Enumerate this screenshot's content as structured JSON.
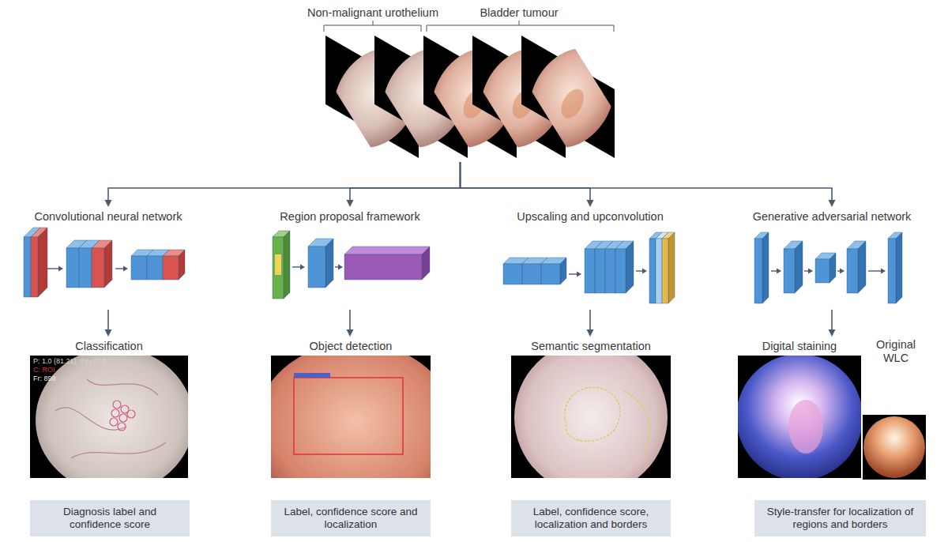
{
  "diagram": {
    "nodes": [
      {
        "text": [
          "Non-malignant urothelium",
          "Bladder tumour"
        ]
      },
      {
        "text": [
          "Convolutional neural network"
        ]
      },
      {
        "text": [
          "Region proposal framework"
        ]
      },
      {
        "text": [
          "Upscaling and upconvolution"
        ]
      },
      {
        "text": [
          "Generative adversarial network"
        ]
      },
      {
        "text": [
          "Classification"
        ]
      },
      {
        "text": [
          "Object detection"
        ]
      },
      {
        "text": [
          "Semantic segmentation"
        ]
      },
      {
        "text": [
          "Digital staining"
        ]
      },
      {
        "text": [
          "Diagnosis label and confidence score"
        ]
      },
      {
        "text": [
          "Label, confidence score and localization"
        ]
      },
      {
        "text": [
          "Label, confidence score, localization and borders"
        ]
      },
      {
        "text": [
          "Style-transfer for localization of regions and borders"
        ]
      }
    ],
    "edges": [
      {
        "from": 0,
        "to": 1,
        "arrow": "to"
      },
      {
        "from": 0,
        "to": 2,
        "arrow": "to"
      },
      {
        "from": 0,
        "to": 3,
        "arrow": "to"
      },
      {
        "from": 0,
        "to": 4,
        "arrow": "to"
      },
      {
        "from": 1,
        "to": 5,
        "arrow": "to"
      },
      {
        "from": 2,
        "to": 6,
        "arrow": "to"
      },
      {
        "from": 3,
        "to": 7,
        "arrow": "to"
      },
      {
        "from": 4,
        "to": 8,
        "arrow": "to"
      }
    ],
    "labels": [
      "P: 1.0 (81.21), thr=77.5",
      "C: ROI",
      "Fr: 899",
      "Original WLC"
    ]
  }
}
